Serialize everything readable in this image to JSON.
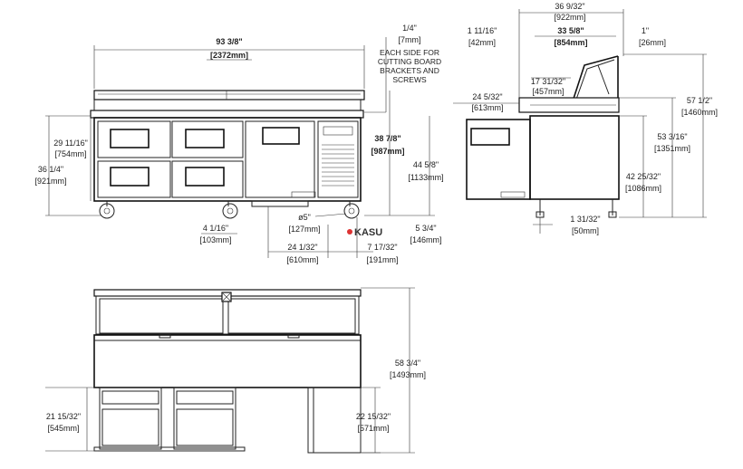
{
  "front": {
    "width": {
      "in": "93 3/8\"",
      "mm": "2372mm"
    },
    "cutting_board": {
      "in": "1/4\"",
      "mm": "7mm",
      "note": [
        "EACH SIDE FOR",
        "CUTTING BOARD",
        "BRACKETS AND",
        "SCREWS"
      ]
    },
    "drawer_height": {
      "in": "29 11/16\"",
      "mm": "754mm"
    },
    "work_height": {
      "in": "36 1/4\"",
      "mm": "921mm"
    },
    "door_height": {
      "in": "38 7/8\"",
      "mm": "987mm"
    },
    "overall_height": {
      "in": "44 5/8\"",
      "mm": "1133mm"
    },
    "caster_offset": {
      "in": "4 1/16\"",
      "mm": "103mm"
    },
    "caster_dia": {
      "in": "ø5\"",
      "mm": "127mm"
    },
    "caster_height": {
      "in": "5 3/4\"",
      "mm": "146mm"
    },
    "door_width": {
      "in": "24 1/32\"",
      "mm": "610mm"
    },
    "louver_width": {
      "in": "7 17/32\"",
      "mm": "191mm"
    }
  },
  "side": {
    "depth": {
      "in": "36 9/32\"",
      "mm": "922mm"
    },
    "top_offset": {
      "in": "1 11/16\"",
      "mm": "42mm"
    },
    "rail_depth": {
      "in": "33 5/8\"",
      "mm": "854mm"
    },
    "back_offset": {
      "in": "1\"",
      "mm": "26mm"
    },
    "pan_depth": {
      "in": "17 31/32\"",
      "mm": "457mm"
    },
    "cabinet_depth": {
      "in": "24 5/32\"",
      "mm": "613mm"
    },
    "open_height": {
      "in": "57 1/2\"",
      "mm": "1460mm"
    },
    "lid_height": {
      "in": "53 3/16\"",
      "mm": "1351mm"
    },
    "rail_height": {
      "in": "42 25/32\"",
      "mm": "1086mm"
    },
    "foot_offset": {
      "in": "1 31/32\"",
      "mm": "50mm"
    }
  },
  "top": {
    "open_depth": {
      "in": "58 3/4\"",
      "mm": "1493mm"
    },
    "drawer_ext": {
      "in": "21 15/32\"",
      "mm": "545mm"
    },
    "door_swing": {
      "in": "22 15/32\"",
      "mm": "571mm"
    }
  },
  "watermark": "KASU"
}
